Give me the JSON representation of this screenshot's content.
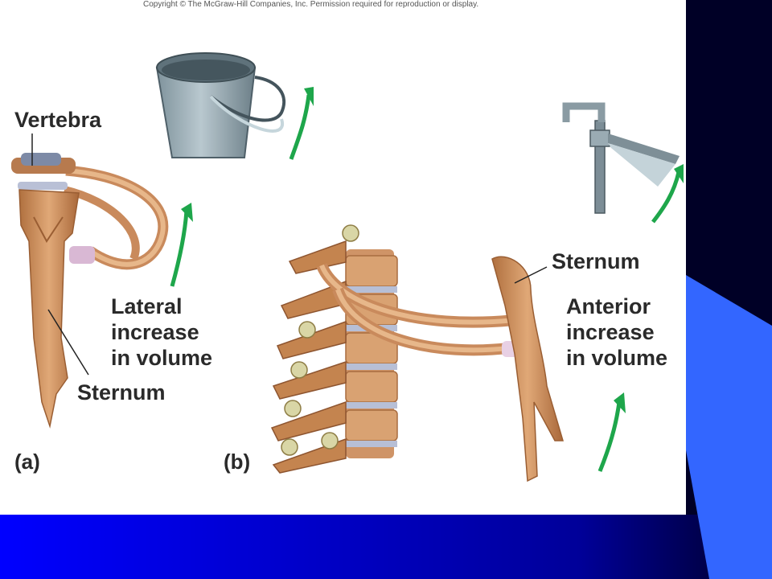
{
  "copyright": "Copyright © The McGraw-Hill Companies, Inc. Permission required for reproduction or display.",
  "labels": {
    "vertebra": "Vertebra",
    "sternum_a": "Sternum",
    "lateral": [
      "Lateral",
      "increase",
      "in volume"
    ],
    "sternum_b": "Sternum",
    "anterior": [
      "Anterior",
      "increase",
      "in volume"
    ],
    "panel_a": "(a)",
    "panel_b": "(b)"
  },
  "colors": {
    "slide_dark": "#000033",
    "slide_blue": "#3366ff",
    "bone": "#c98a5c",
    "bone_light": "#e8b98a",
    "cartilage": "#d9b8d4",
    "arrow_green": "#1ea64b",
    "metal": "#8fa3ad"
  }
}
